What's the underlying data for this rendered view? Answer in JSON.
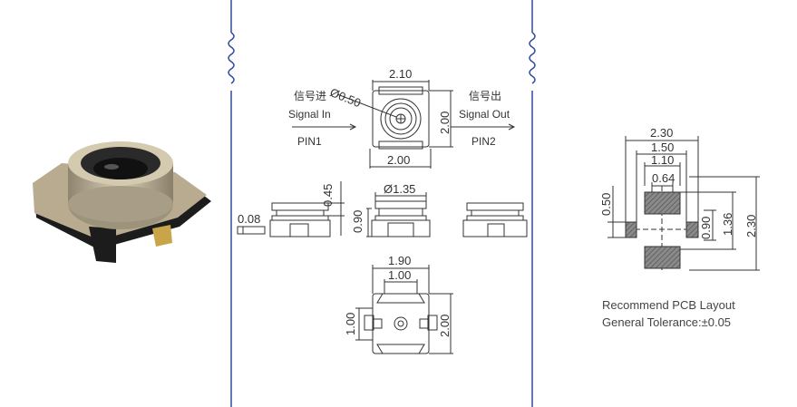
{
  "colors": {
    "divider": "#2f4a9c",
    "line": "#333333",
    "hatch_fill": "#6e6e6e",
    "body_metal": "#b8ab8f",
    "body_dark": "#1c1c1c"
  },
  "icons": {
    "product_photo": "connector-photo-icon",
    "wavy_break": "wavy-line-icon"
  },
  "top_view": {
    "in_cn": "信号进",
    "in_en": "Signal In",
    "in_pin": "PIN1",
    "out_cn": "信号出",
    "out_en": "Signal Out",
    "out_pin": "PIN2",
    "dim_top_width": "2.10",
    "dim_bottom_width": "2.00",
    "dim_height": "2.00",
    "dim_hole": "Ø0.50"
  },
  "side_views": {
    "dim_height_045": "0.45",
    "dim_thick_008": "0.08",
    "dim_diameter": "Ø1.35",
    "dim_height_090": "0.90"
  },
  "bottom_view": {
    "dim_outer_width": "1.90",
    "dim_inner_width": "1.00",
    "dim_left_height": "1.00",
    "dim_right_height": "2.00"
  },
  "pcb_layout": {
    "dim_230_top": "2.30",
    "dim_150": "1.50",
    "dim_110": "1.10",
    "dim_064": "0.64",
    "dim_050": "0.50",
    "dim_090": "0.90",
    "dim_136": "1.36",
    "dim_230_right": "2.30",
    "note_line1": "Recommend PCB Layout",
    "note_line2": "General Tolerance:±0.05"
  }
}
